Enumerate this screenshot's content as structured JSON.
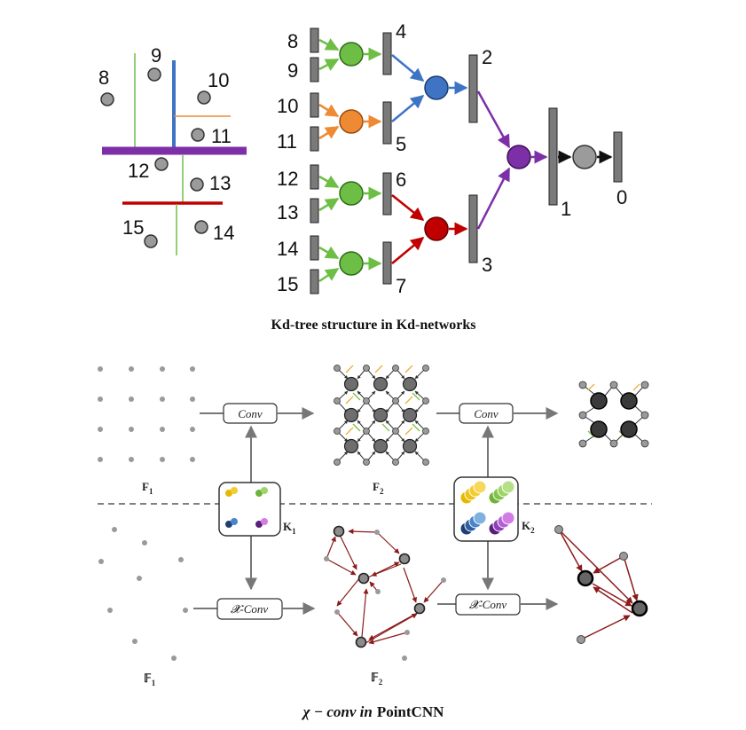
{
  "kd": {
    "caption": "Kd-tree structure  in Kd-networks",
    "space_points": [
      "8",
      "9",
      "10",
      "11",
      "12",
      "13",
      "15",
      "14"
    ],
    "leaves": [
      "8",
      "9",
      "10",
      "11",
      "12",
      "13",
      "14",
      "15"
    ],
    "level2": [
      "4",
      "5",
      "6",
      "7"
    ],
    "level1": [
      "2",
      "3"
    ],
    "root": "1",
    "output": "0"
  },
  "pointcnn": {
    "caption_symbol": "χ − conv in",
    "caption_name": "PointCNN",
    "conv_label": "Conv",
    "xconv_label": "𝓧-Conv",
    "grid_labels": {
      "f1": "F",
      "f1_sub": "1",
      "f2": "F",
      "f2_sub": "2",
      "k1": "K",
      "k1_sub": "1",
      "k2": "K",
      "k2_sub": "2"
    },
    "cloud_labels": {
      "f1": "𝔽",
      "f1_sub": "1",
      "f2": "𝔽",
      "f2_sub": "2"
    }
  },
  "colors": {
    "green": "#6dbe45",
    "orange": "#ee8a33",
    "blue": "#3f74c4",
    "purple": "#7d2fa8",
    "red": "#c00000",
    "gray_node": "#9b9b9b",
    "bar": "#7a7a7a",
    "arrow_dark": "#8b1a1a"
  }
}
